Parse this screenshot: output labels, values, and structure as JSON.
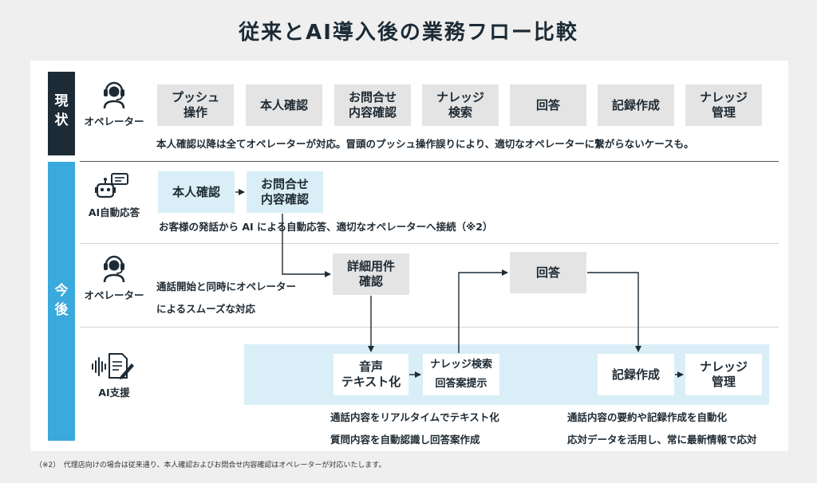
{
  "title": "従来とAI導入後の業務フロー比較",
  "sections": {
    "current_label": "現\n状",
    "future_label": "今\n後"
  },
  "current": {
    "role": "オペレーター",
    "steps": [
      "プッシュ\n操作",
      "本人確認",
      "お問合せ\n内容確認",
      "ナレッジ\n検索",
      "回答",
      "記録作成",
      "ナレッジ\n管理"
    ],
    "note": "本人確認以降は全てオペレーターが対応。冒頭のプッシュ操作誤りにより、適切なオペレーターに繋がらないケースも。"
  },
  "future": {
    "ai_auto": {
      "role": "AI自動応答",
      "steps": [
        "本人確認",
        "お問合せ\n内容確認"
      ],
      "note": "お客様の発話から AI による自動応答、適切なオペレーターへ接続（※2）"
    },
    "operator": {
      "role": "オペレーター",
      "steps": [
        "詳細用件\n確認",
        "回答"
      ],
      "note": "通話開始と同時にオペレーター\nによるスムーズな対応"
    },
    "ai_support": {
      "role": "AI支援",
      "steps": [
        "音声\nテキスト化",
        "ナレッジ検索\n回答案提示",
        "記録作成",
        "ナレッジ\n管理"
      ],
      "note_left": "通話内容をリアルタイムでテキスト化\n質問内容を自動認識し回答案作成",
      "note_right": "通話内容の要約や記録作成を自動化\n応対データを活用し、常に最新情報で応対"
    }
  },
  "footnote": "（※2）　代理店向けの場合は従来通り、本人確認およびお問合せ内容確認はオペレーターが対応いたします。",
  "colors": {
    "dark": "#1c2b36",
    "blue": "#3aa9dc",
    "box": "#e4e4e4",
    "light_blue": "#d9eef7"
  },
  "icons": [
    "operator-headset-icon",
    "robot-chat-icon",
    "voice-document-icon"
  ]
}
